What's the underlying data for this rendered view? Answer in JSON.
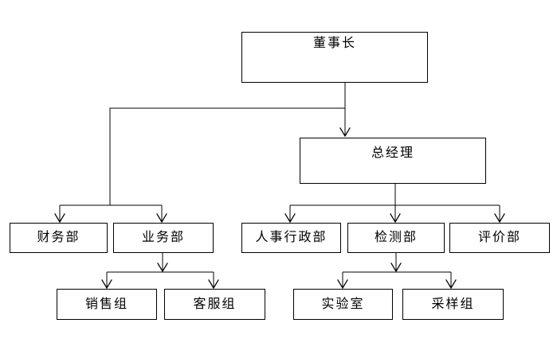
{
  "diagram": {
    "type": "org-chart",
    "nodes": {
      "chairman": {
        "label": "董事长"
      },
      "general_manager": {
        "label": "总经理"
      },
      "finance_dept": {
        "label": "财务部"
      },
      "business_dept": {
        "label": "业务部"
      },
      "hr_admin_dept": {
        "label": "人事行政部"
      },
      "testing_dept": {
        "label": "检测部"
      },
      "evaluation_dept": {
        "label": "评价部"
      },
      "sales_group": {
        "label": "销售组"
      },
      "customer_service_group": {
        "label": "客服组"
      },
      "laboratory": {
        "label": "实验室"
      },
      "sampling_group": {
        "label": "采样组"
      }
    },
    "edges": [
      {
        "from": "chairman",
        "to": "general_manager"
      },
      {
        "from": "chairman",
        "to": "finance_dept"
      },
      {
        "from": "chairman",
        "to": "business_dept"
      },
      {
        "from": "general_manager",
        "to": "hr_admin_dept"
      },
      {
        "from": "general_manager",
        "to": "testing_dept"
      },
      {
        "from": "general_manager",
        "to": "evaluation_dept"
      },
      {
        "from": "business_dept",
        "to": "sales_group"
      },
      {
        "from": "business_dept",
        "to": "customer_service_group"
      },
      {
        "from": "testing_dept",
        "to": "laboratory"
      },
      {
        "from": "testing_dept",
        "to": "sampling_group"
      }
    ],
    "colors": {
      "background": "#ffffff",
      "box_fill": "#ffffff",
      "box_border": "#000000",
      "line": "#000000",
      "text": "#000000"
    }
  }
}
